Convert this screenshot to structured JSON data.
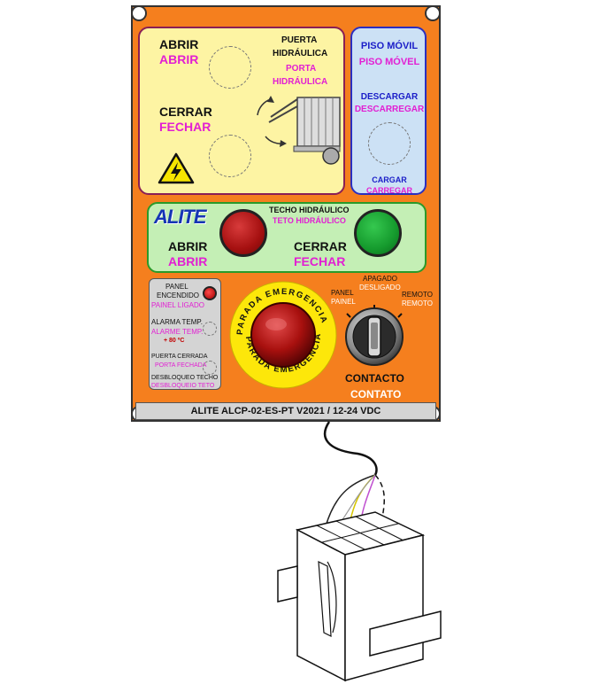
{
  "door": {
    "open_es": "ABRIR",
    "open_pt": "ABRIR",
    "close_es": "CERRAR",
    "close_pt": "FECHAR",
    "title_es_1": "PUERTA",
    "title_es_2": "HIDRÁULICA",
    "title_pt_1": "PORTA",
    "title_pt_2": "HIDRÁULICA"
  },
  "floor": {
    "title_es": "PISO MÓVIL",
    "title_pt": "PISO MÓVEL",
    "unload_es": "DESCARGAR",
    "unload_pt": "DESCARREGAR",
    "load_es": "CARGAR",
    "load_pt": "CARREGAR"
  },
  "roof": {
    "logo": "ALITE",
    "title_es": "TECHO HIDRÁULICO",
    "title_pt": "TETO HIDRÁULICO",
    "open_es": "ABRIR",
    "open_pt": "ABRIR",
    "close_es": "CERRAR",
    "close_pt": "FECHAR"
  },
  "status": {
    "panel_on_es_1": "PANEL",
    "panel_on_es_2": "ENCENDIDO",
    "panel_on_pt": "PAINEL LIGADO",
    "temp_alarm_es": "ALARMA TEMP.",
    "temp_alarm_pt": "ALARME TEMP.",
    "temp_value": "+ 80 ºC",
    "door_closed_es": "PUERTA CERRADA",
    "door_closed_pt": "PORTA FECHADA",
    "roof_unlock_es": "DESBLOQUEO TECHO",
    "roof_unlock_pt": "DESBLOQUEIO TETO"
  },
  "emergency": {
    "ring_es": "PARADA EMERGENCIA",
    "ring_pt": "PARADA EMERGÊNCIA"
  },
  "keyswitch": {
    "off_es": "APAGADO",
    "off_pt": "DESLIGADO",
    "panel_es": "PANEL",
    "panel_pt": "PAINEL",
    "remote_es": "REMOTO",
    "remote_pt": "REMOTO",
    "contact_es": "CONTACTO",
    "contact_pt": "CONTATO"
  },
  "footer": "ALITE ALCP-02-ES-PT V2021 / 12-24 VDC",
  "colors": {
    "panel_orange": "#f57f1e",
    "yellow_box": "#fdf4a3",
    "green_box": "#c4efb5",
    "blue_box": "#cce1f5",
    "red_button": "#a51010",
    "green_button": "#159a2d",
    "magenta_text": "#e21fd3"
  },
  "icons": [
    "high-voltage-warning-icon",
    "truck-door-icon",
    "rotate-arrows-icon",
    "emergency-stop-button",
    "key-switch-icon",
    "connector-plug-icon",
    "alite-logo"
  ]
}
